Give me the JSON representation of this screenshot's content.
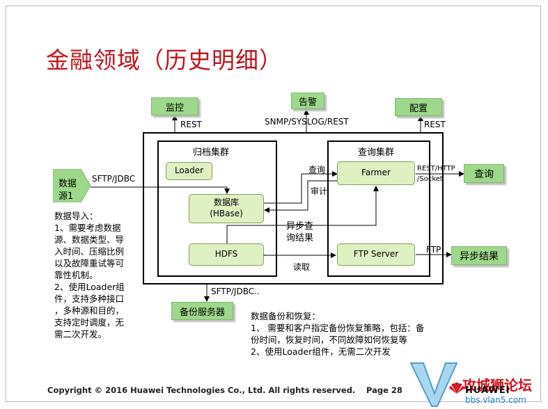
{
  "title": "金融领域（历史明细）",
  "top_boxes": {
    "monitor": "监控",
    "alarm": "告警",
    "config": "配置"
  },
  "top_labels": {
    "monitor_protocol": "REST",
    "alarm_protocol": "SNMP/SYSLOG/REST",
    "config_protocol": "REST"
  },
  "archive_cluster": {
    "title": "归档集群",
    "loader": "Loader",
    "database_line1": "数据库",
    "database_line2": "(HBase)",
    "hdfs": "HDFS"
  },
  "query_cluster": {
    "title": "查询集群",
    "farmer": "Farmer",
    "ftp_server": "FTP Server"
  },
  "data_source": {
    "line1": "数据",
    "line2": "源1",
    "protocol": "SFTP/JDBC"
  },
  "connector_labels": {
    "query": "查询",
    "audit": "审计",
    "async_result_line1": "异步查",
    "async_result_line2": "询结果",
    "read": "读取",
    "rest_http_line1": "REST/HTTP",
    "rest_http_line2": "/Socket",
    "ftp": "FTP",
    "backup_protocol": "SFTP/JDBC.."
  },
  "outputs": {
    "query_box": "查询",
    "async_box": "异步结果",
    "backup_box": "备份服务器"
  },
  "notes": {
    "import": [
      "数据导入：",
      "1、需要考虑数据",
      "源、数据类型、导",
      "入时间、压缩比例",
      "以及故障重试等可",
      "靠性机制。",
      "2、使用Loader组",
      "件，支持多种接口",
      "，多种源和目的，",
      "支持定时调度，无",
      "需二次开发。"
    ],
    "backup": [
      "数据备份和恢复：",
      "1、 需要和客户指定备份恢复策略，包括：备",
      "份时间，恢复时间，不同故障如何恢复等",
      "2、使用Loader组件，无需二次开发"
    ]
  },
  "footer": {
    "copyright": "Copyright © 2016 Huawei Technologies Co., Ltd. All rights reserved.",
    "page": "Page 28",
    "brand": "HUAWEI"
  },
  "watermark": {
    "text": "攻城狮论坛",
    "url": "bbs.vlan5.com"
  },
  "colors": {
    "title": "#c0141c",
    "green_box": "#9ed88b",
    "light_box": "#dff0c2"
  }
}
